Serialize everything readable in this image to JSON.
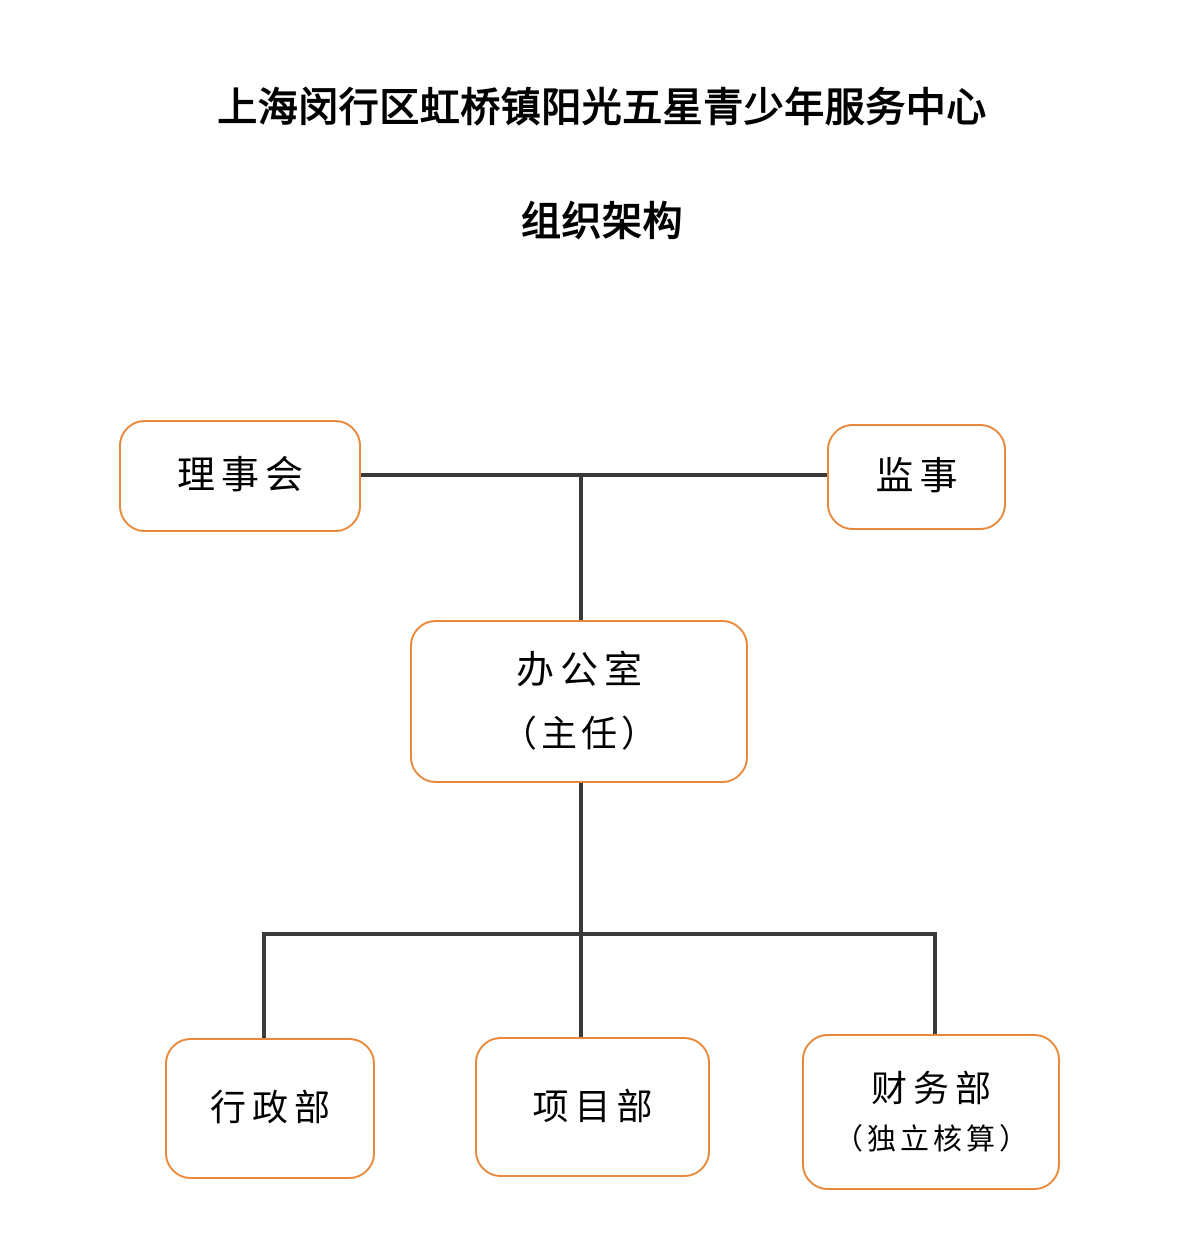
{
  "header": {
    "title": "上海闵行区虹桥镇阳光五星青少年服务中心",
    "subtitle": "组织架构"
  },
  "colors": {
    "node_border": "#E8883A",
    "node_fill": "#FFFFFF",
    "connector": "#3A3A3A",
    "text": "#000000",
    "background": "#FFFFFF"
  },
  "chart_data": {
    "type": "diagram",
    "diagram_kind": "org-chart",
    "title": "上海闵行区虹桥镇阳光五星青少年服务中心",
    "subtitle": "组织架构",
    "nodes": [
      {
        "id": "board",
        "label": "理事会",
        "sublabel": "",
        "level": 1
      },
      {
        "id": "sup",
        "label": "监事",
        "sublabel": "",
        "level": 1
      },
      {
        "id": "office",
        "label": "办公室",
        "sublabel": "（主任）",
        "level": 2
      },
      {
        "id": "admin",
        "label": "行政部",
        "sublabel": "",
        "level": 3
      },
      {
        "id": "project",
        "label": "项目部",
        "sublabel": "",
        "level": 3
      },
      {
        "id": "finance",
        "label": "财务部",
        "sublabel": "（独立核算）",
        "level": 3
      }
    ],
    "edges": [
      {
        "from": "board",
        "to": "sup"
      },
      {
        "from": "board",
        "to": "office"
      },
      {
        "from": "office",
        "to": "admin"
      },
      {
        "from": "office",
        "to": "project"
      },
      {
        "from": "office",
        "to": "finance"
      }
    ]
  },
  "nodes": {
    "board": {
      "label": "理事会",
      "sublabel": ""
    },
    "sup": {
      "label": "监事",
      "sublabel": ""
    },
    "office": {
      "label": "办公室",
      "sublabel": "（主任）"
    },
    "admin": {
      "label": "行政部",
      "sublabel": ""
    },
    "project": {
      "label": "项目部",
      "sublabel": ""
    },
    "finance": {
      "label": "财务部",
      "sublabel": "（独立核算）"
    }
  }
}
